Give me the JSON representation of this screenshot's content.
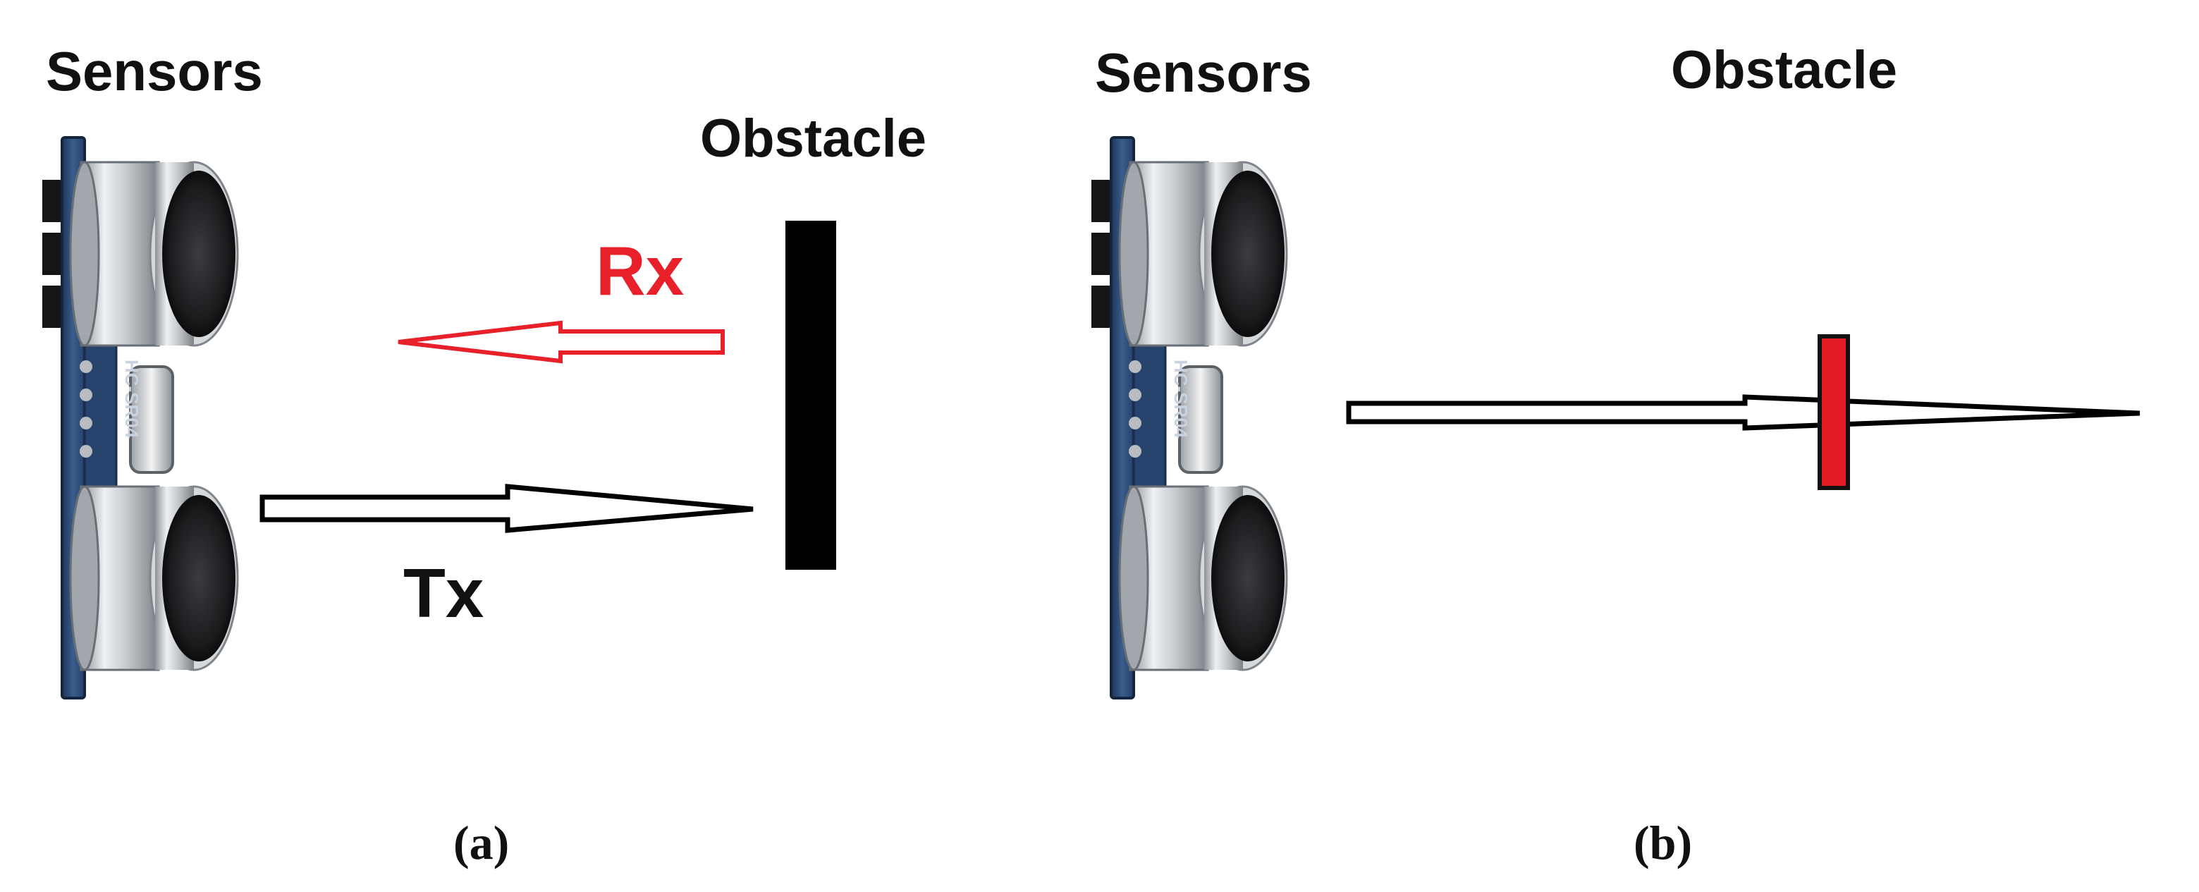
{
  "panel_a": {
    "sensors_label": "Sensors",
    "obstacle_label": "Obstacle",
    "rx_label": "Rx",
    "tx_label": "Tx",
    "caption": "(a)",
    "module_text": "HC-SR04"
  },
  "panel_b": {
    "sensors_label": "Sensors",
    "obstacle_label": "Obstacle",
    "caption": "(b)",
    "module_text": "HC-SR04"
  },
  "colors": {
    "rx_arrow": "#e8202a",
    "tx_arrow": "#000000",
    "obstacle_a": "#000000",
    "obstacle_b": "#e31b23",
    "pcb": "#2f4f7a",
    "transducer": "#c8cbcf"
  },
  "icons": [
    "ultrasonic-sensor-icon",
    "obstacle-wall-icon",
    "arrow-icon"
  ]
}
